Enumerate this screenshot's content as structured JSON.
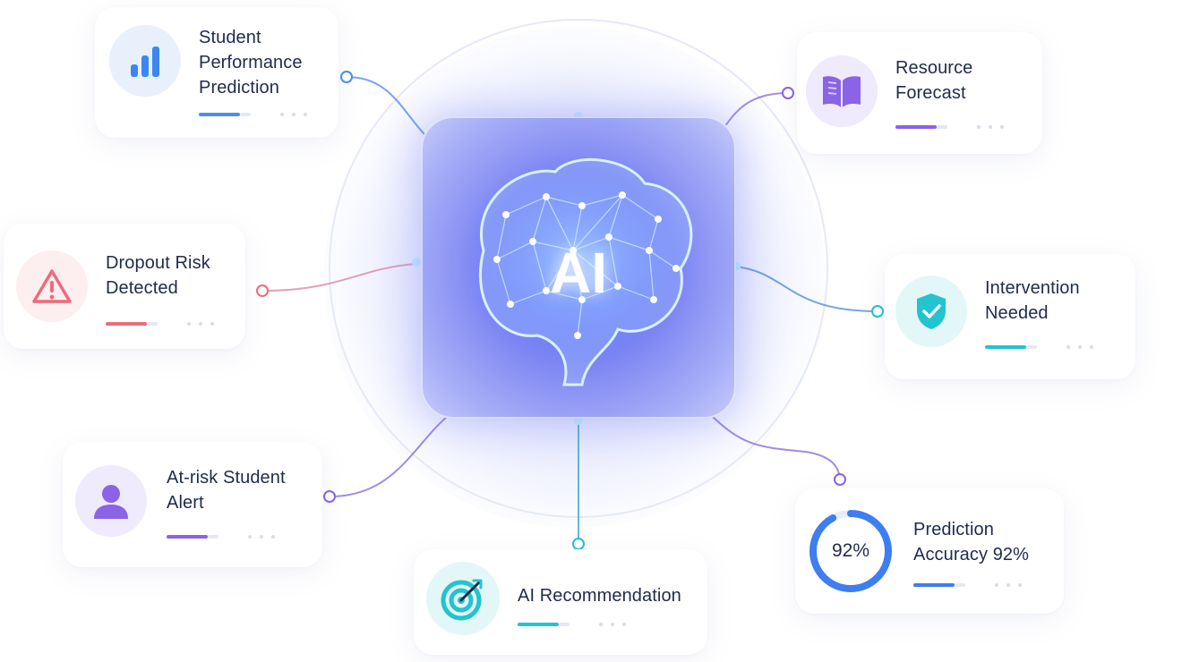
{
  "hub": {
    "label": "AI"
  },
  "cards": {
    "performance": {
      "title": "Student\nPerformance\nPrediction",
      "accent": "#4a8ef0"
    },
    "resource": {
      "title": "Resource\nForecast",
      "accent": "#8a63e6"
    },
    "dropout": {
      "title": "Dropout Risk\nDetected",
      "accent": "#ee6a7c"
    },
    "intervention": {
      "title": "Intervention\nNeeded",
      "accent": "#23c3cf"
    },
    "atrisk": {
      "title": "At-risk Student\nAlert",
      "accent": "#8a63e6"
    },
    "recommendation": {
      "title": "AI Recommendation",
      "accent": "#23c3cf"
    },
    "accuracy": {
      "title": "Prediction\nAccuracy 92%",
      "accent": "#3d7ef0",
      "ring_label": "92%",
      "ring_fraction": 0.92
    }
  },
  "icons": {
    "performance": "bar-chart-icon",
    "resource": "book-icon",
    "dropout": "warning-triangle-icon",
    "intervention": "shield-check-icon",
    "atrisk": "user-icon",
    "recommendation": "target-icon",
    "accuracy": "progress-ring-icon"
  }
}
